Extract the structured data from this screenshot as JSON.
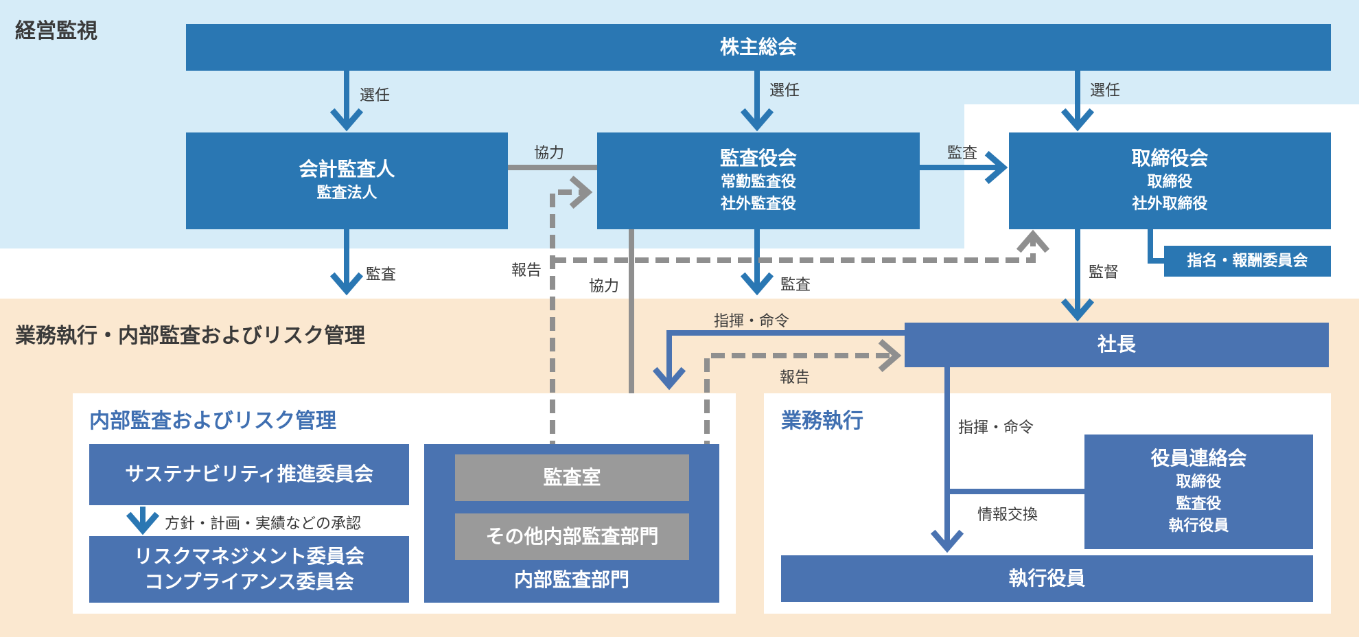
{
  "sections": {
    "governance": "経営監視",
    "execution": "業務執行・内部監査およびリスク管理"
  },
  "boxes": {
    "shareholders": "株主総会",
    "accounting_auditor": {
      "title": "会計監査人",
      "sub": "監査法人"
    },
    "audit_board": {
      "title": "監査役会",
      "sub1": "常勤監査役",
      "sub2": "社外監査役"
    },
    "board": {
      "title": "取締役会",
      "sub1": "取締役",
      "sub2": "社外取締役"
    },
    "nomination_committee": "指名・報酬委員会",
    "president": "社長",
    "sustainability_committee": "サステナビリティ推進委員会",
    "risk_committees": {
      "line1": "リスクマネジメント委員会",
      "line2": "コンプライアンス委員会"
    },
    "audit_office": "監査室",
    "other_audit_depts": "その他内部監査部門",
    "internal_audit_dept": "内部監査部門",
    "officers_council": {
      "title": "役員連絡会",
      "sub1": "取締役",
      "sub2": "監査役",
      "sub3": "執行役員"
    },
    "executive_officers": "執行役員"
  },
  "panels": {
    "internal_audit_risk": "内部監査およびリスク管理",
    "operations": "業務執行"
  },
  "labels": {
    "elect1": "選任",
    "elect2": "選任",
    "elect3": "選任",
    "cooperate1": "協力",
    "audit1": "監査",
    "audit2": "監査",
    "audit3": "監査",
    "report1": "報告",
    "cooperate2": "協力",
    "supervise": "監督",
    "direct1": "指揮・命令",
    "report2": "報告",
    "direct2": "指揮・命令",
    "info_exchange": "情報交換",
    "approval": "方針・計画・実績などの承認"
  },
  "colors": {
    "governance_bg": "#d6ecf8",
    "execution_bg": "#fbe8d0",
    "box_blue": "#2a77b3",
    "box_blue_dark": "#4a73b1",
    "box_gray": "#9a9a9a",
    "line_gray": "#8f8f8f"
  }
}
